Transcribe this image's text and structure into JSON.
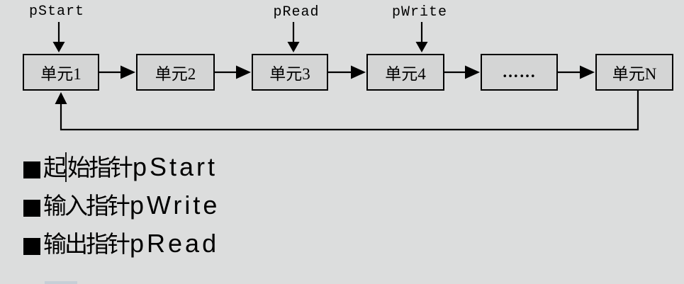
{
  "colors": {
    "background": "#dcdddd",
    "box_fill": "#d4d5d5",
    "line": "#000000",
    "caret": "#1a1a1a",
    "partial_bullet": "#c2cdd6"
  },
  "diagram": {
    "pointers": [
      {
        "label": "pStart",
        "points_to": "单元1"
      },
      {
        "label": "pRead",
        "points_to": "单元3"
      },
      {
        "label": "pWrite",
        "points_to": "单元4"
      }
    ],
    "units": [
      {
        "label": "单元1"
      },
      {
        "label": "单元2"
      },
      {
        "label": "单元3"
      },
      {
        "label": "单元4"
      },
      {
        "label": "……"
      },
      {
        "label": "单元N"
      }
    ]
  },
  "bullets": [
    {
      "cn_before_caret": "起",
      "cn_after_caret": "始指针",
      "latin": "pStart"
    },
    {
      "cn": "输入指针",
      "latin": "pWrite"
    },
    {
      "cn": "输出指针",
      "latin": "pRead"
    }
  ]
}
